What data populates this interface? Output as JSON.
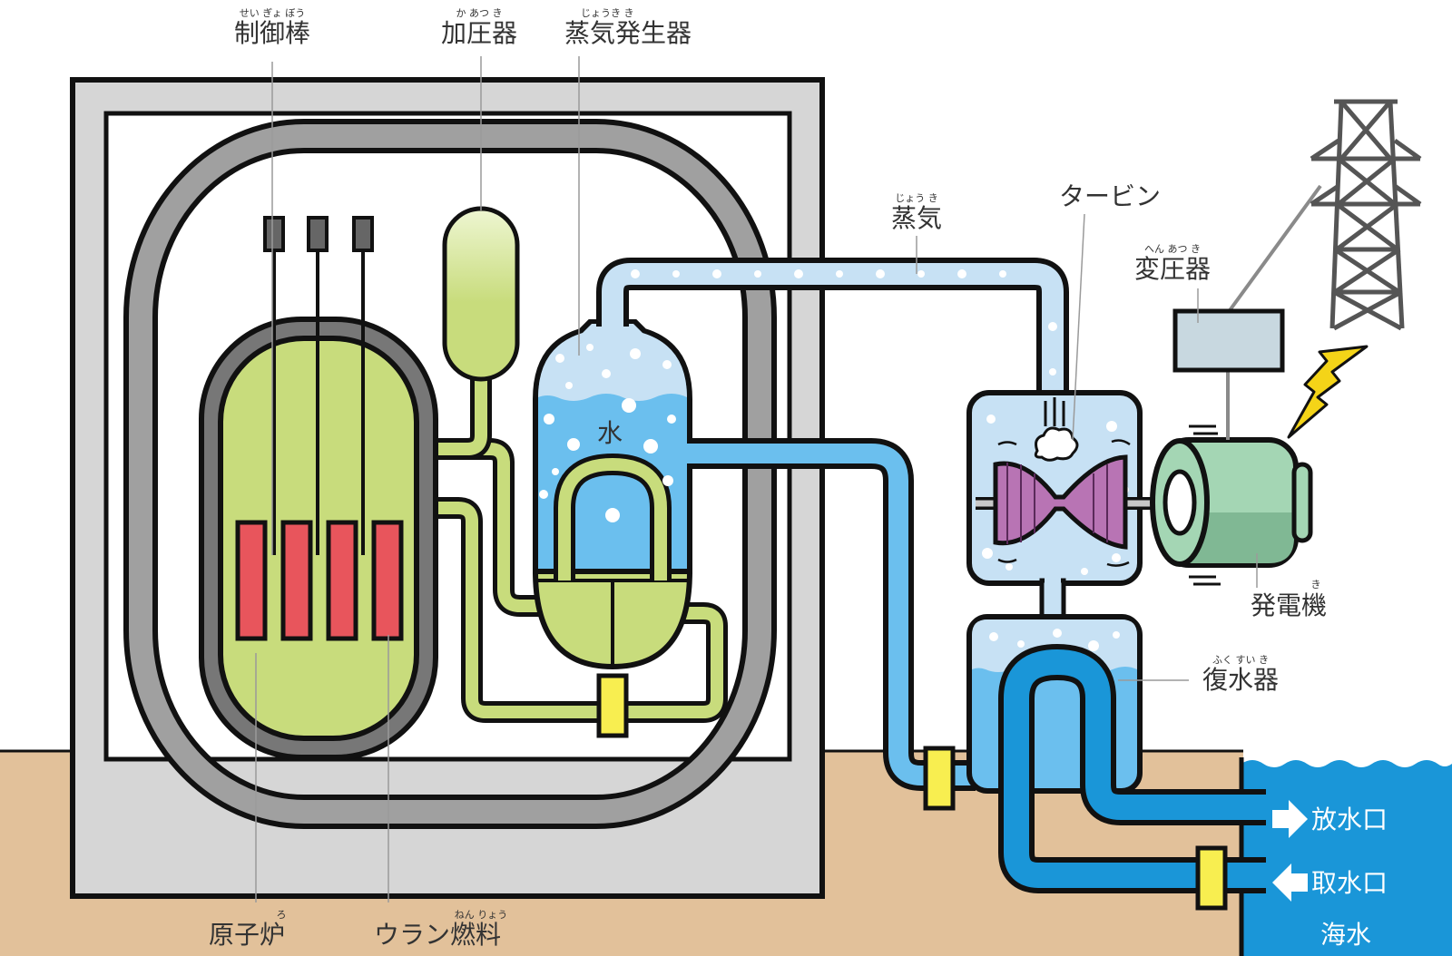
{
  "colors": {
    "ground": "#e2c19a",
    "building": "#d6d6d6",
    "containment": "#a0a0a0",
    "reactor_fill": "#c8dc7c",
    "fuel": "#e8555c",
    "steam": "#c7e1f4",
    "water": "#6bbfee",
    "sea": "#1a96d8",
    "pump": "#f8ee50",
    "turbine": "#b874b4",
    "generator": "#a4d6b4",
    "transformer": "#c8d8e0",
    "lightning": "#f4d418"
  },
  "icons": [
    "transmission-tower-icon",
    "lightning-bolt-icon",
    "arrow-right-icon",
    "arrow-left-icon"
  ],
  "labels": {
    "control_rod": "制御棒",
    "control_rod_ruby": "せい ぎょ ぼう",
    "pressurizer": "加圧器",
    "pressurizer_ruby": "か あつ き",
    "steam_generator": "蒸気発生器",
    "steam_generator_ruby": "じょうき        き",
    "steam": "蒸気",
    "steam_ruby": "じょう き",
    "turbine": "タービン",
    "transformer": "変圧器",
    "transformer_ruby": "へん あつ き",
    "water": "水",
    "generator": "発電機",
    "generator_ruby": "き",
    "condenser": "復水器",
    "condenser_ruby": "ふく すい き",
    "discharge": "放水口",
    "intake": "取水口",
    "seawater": "海水",
    "reactor": "原子炉",
    "reactor_ruby": "ろ",
    "uranium_fuel": "ウラン燃料",
    "uranium_fuel_ruby": "ねん りょう"
  }
}
